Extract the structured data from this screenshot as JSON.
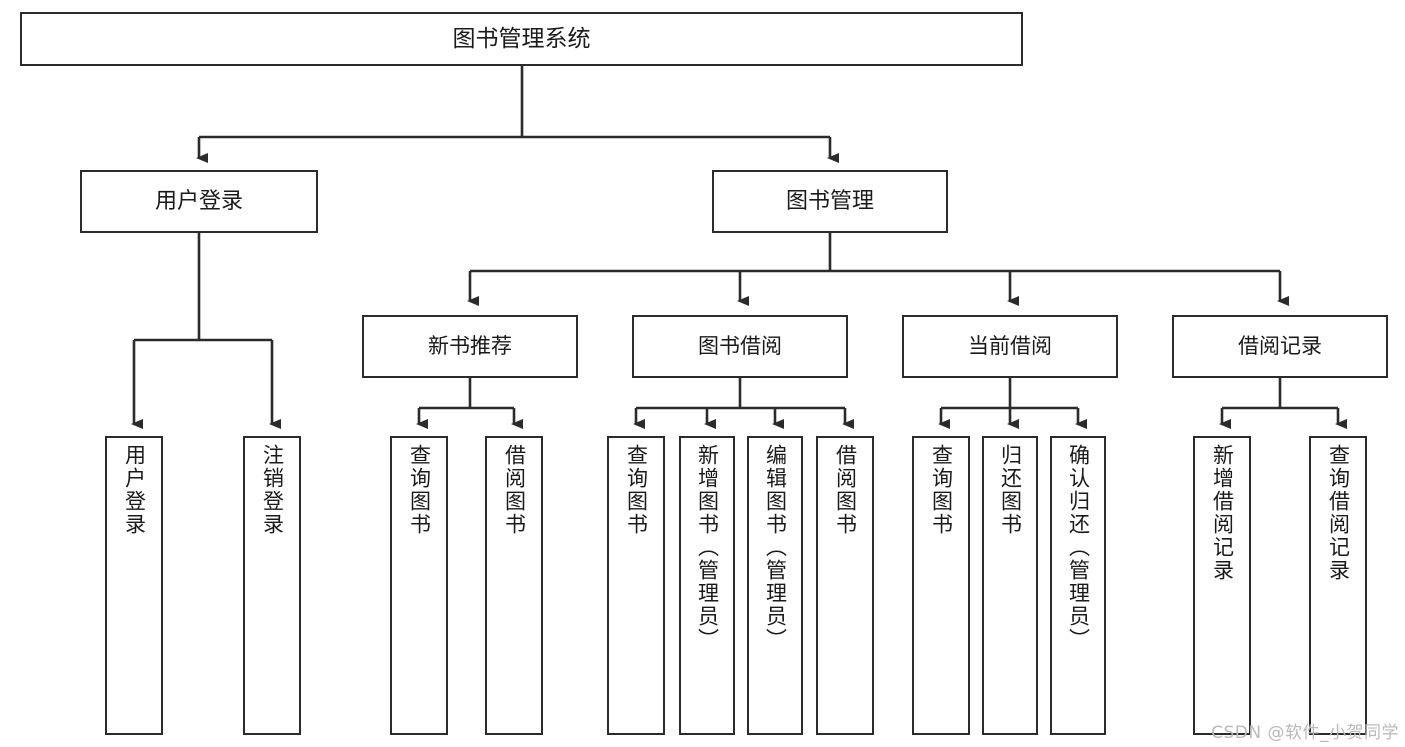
{
  "diagram": {
    "title": "图书管理系统",
    "type": "tree-hierarchy-chart",
    "watermark": "CSDN @软件_小贺同学",
    "colors": {
      "box_border": "#2b2b2b",
      "box_fill": "#ffffff",
      "connector": "#2b2b2b",
      "text": "#1a1a1a",
      "watermark": "#b9b9b9"
    },
    "root": {
      "label": "图书管理系统"
    },
    "level2": [
      {
        "label": "用户登录"
      },
      {
        "label": "图书管理"
      }
    ],
    "level3": [
      {
        "label": "新书推荐"
      },
      {
        "label": "图书借阅"
      },
      {
        "label": "当前借阅"
      },
      {
        "label": "借阅记录"
      }
    ],
    "leaves": {
      "user_login": [
        {
          "label": "用户登录"
        },
        {
          "label": "注销登录"
        }
      ],
      "new_book_recommend": [
        {
          "label": "查询图书"
        },
        {
          "label": "借阅图书"
        }
      ],
      "book_borrow": [
        {
          "label": "查询图书"
        },
        {
          "label": "新增图书（管理员）"
        },
        {
          "label": "编辑图书（管理员）"
        },
        {
          "label": "借阅图书"
        }
      ],
      "current_borrow": [
        {
          "label": "查询图书"
        },
        {
          "label": "归还图书"
        },
        {
          "label": "确认归还（管理员）"
        }
      ],
      "borrow_record": [
        {
          "label": "新增借阅记录"
        },
        {
          "label": "查询借阅记录"
        }
      ]
    }
  }
}
